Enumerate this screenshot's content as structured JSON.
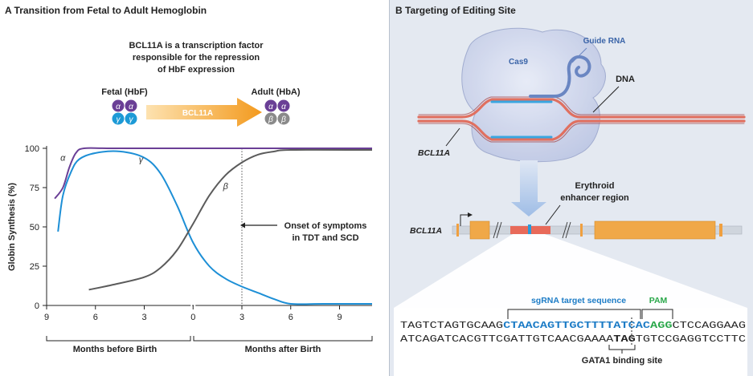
{
  "panel_a": {
    "header": "A  Transition from Fetal to Adult Hemoglobin",
    "note_lines": [
      "BCL11A is a transcription factor",
      "responsible for the repression",
      "of HbF expression"
    ],
    "fetal_label": "Fetal (HbF)",
    "adult_label": "Adult (HbA)",
    "arrow_label": "BCL11A",
    "fetal_chains": [
      "α",
      "α",
      "γ",
      "γ"
    ],
    "adult_chains": [
      "α",
      "α",
      "β",
      "β"
    ],
    "onset_lines": [
      "Onset of symptoms",
      "in TDT and SCD"
    ],
    "months_before": "Months before Birth",
    "months_after": "Months after Birth"
  },
  "chart_data": {
    "type": "line",
    "title": "",
    "ylabel": "Globin Synthesis (%)",
    "xlabel": "",
    "ylim": [
      0,
      100
    ],
    "xlim": [
      -9,
      11
    ],
    "x_tick_values": [
      -9,
      -6,
      -3,
      0,
      3,
      6,
      9
    ],
    "x_tick_labels": [
      "9",
      "6",
      "3",
      "0",
      "3",
      "6",
      "9"
    ],
    "y_ticks": [
      "0",
      "25",
      "50",
      "75",
      "100"
    ],
    "y_tick_values": [
      0,
      25,
      50,
      75,
      100
    ],
    "onset_x": 3,
    "series": [
      {
        "name": "α",
        "color": "#6a3f96",
        "points": [
          [
            -8.5,
            68
          ],
          [
            -8,
            75
          ],
          [
            -7.6,
            88
          ],
          [
            -7.2,
            97
          ],
          [
            -6.7,
            100
          ],
          [
            -5,
            100
          ],
          [
            0,
            100
          ],
          [
            5,
            100
          ],
          [
            11,
            100
          ]
        ],
        "label_at": [
          -8.0,
          92
        ]
      },
      {
        "name": "γ",
        "color": "#1d8fd6",
        "points": [
          [
            -8.3,
            47
          ],
          [
            -8,
            70
          ],
          [
            -7.5,
            85
          ],
          [
            -7,
            93
          ],
          [
            -6,
            97
          ],
          [
            -4.5,
            98
          ],
          [
            -3,
            94
          ],
          [
            -2,
            84
          ],
          [
            -1,
            64
          ],
          [
            0,
            40
          ],
          [
            1,
            25
          ],
          [
            2,
            17
          ],
          [
            3,
            12
          ],
          [
            4,
            8
          ],
          [
            5,
            4
          ],
          [
            6,
            1
          ],
          [
            8,
            1
          ],
          [
            11,
            1
          ]
        ],
        "label_at": [
          -3.2,
          91
        ]
      },
      {
        "name": "β",
        "color": "#5b5b5b",
        "points": [
          [
            -6.4,
            10
          ],
          [
            -5,
            13
          ],
          [
            -3,
            18
          ],
          [
            -2,
            24
          ],
          [
            -1,
            35
          ],
          [
            0,
            52
          ],
          [
            1,
            70
          ],
          [
            2,
            83
          ],
          [
            3,
            91
          ],
          [
            4,
            96
          ],
          [
            5,
            98
          ],
          [
            6,
            99
          ],
          [
            11,
            99
          ]
        ],
        "label_at": [
          2.0,
          74
        ]
      }
    ]
  },
  "panel_b": {
    "header": "B  Targeting of Editing Site",
    "cas9": "Cas9",
    "guide_rna": "Guide RNA",
    "dna": "DNA",
    "bcl11a_top": "BCL11A",
    "erythroid_lines": [
      "Erythroid",
      "enhancer region"
    ],
    "bcl11a_gene": "BCL11A",
    "sgrna_label": "sgRNA target sequence",
    "pam_label": "PAM",
    "gata1_label": "GATA1 binding site",
    "seq_top": {
      "pre": "TAGTCTAGTGCAAG",
      "target": "CTAACAGTTGCTTTTATCAC",
      "pam": "AGG",
      "post": "CTCCAGGAAG"
    },
    "seq_bottom": {
      "pre": "ATCAGATCACGTTCGATTGTCAACGAAAA",
      "bold": "TAG",
      "post": "TGTCCGAGGTCCTTC"
    }
  }
}
